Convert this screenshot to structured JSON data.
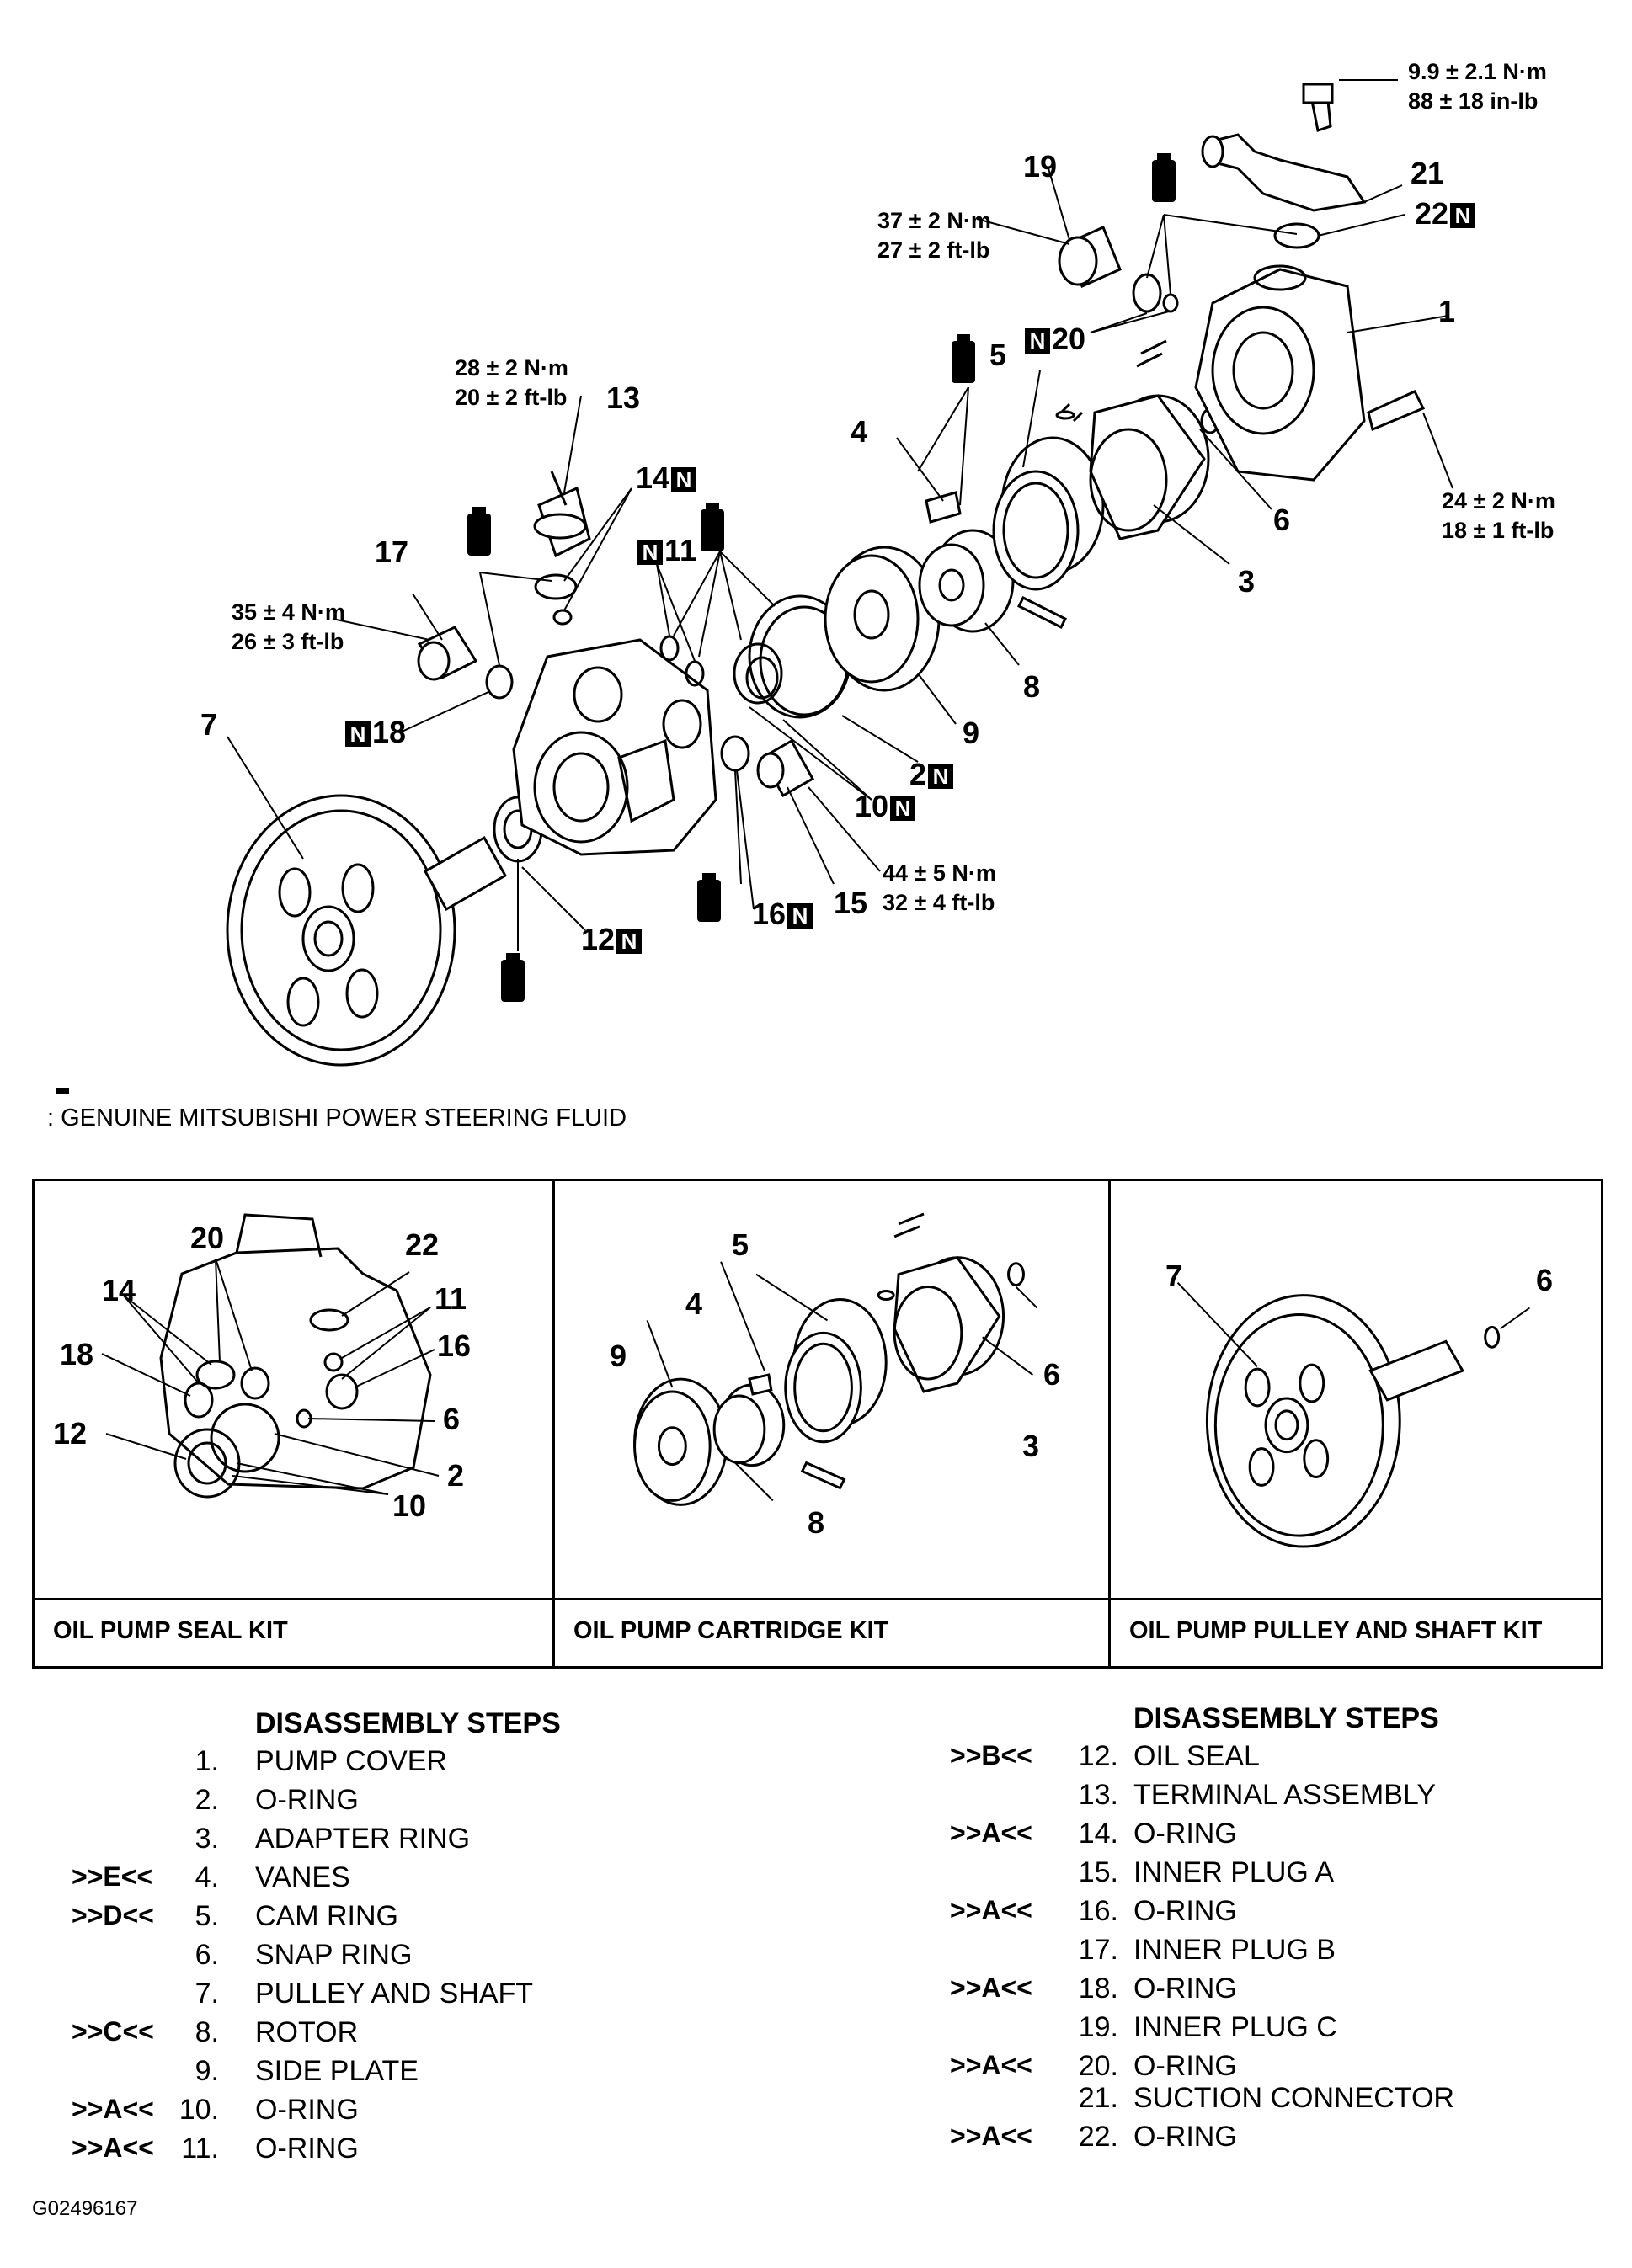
{
  "diagram": {
    "torques": {
      "t22": [
        "9.9 ± 2.1 N·m",
        "88 ± 18 in-lb"
      ],
      "t19": [
        "37 ± 2 N·m",
        "27 ± 2 ft-lb"
      ],
      "t13": [
        "28 ± 2 N·m",
        "20 ± 2 ft-lb"
      ],
      "t17": [
        "35 ± 4 N·m",
        "26 ± 3 ft-lb"
      ],
      "t1": [
        "24 ± 2 N·m",
        "18 ± 1 ft-lb"
      ],
      "t15": [
        "44 ± 5 N·m",
        "32 ± 4 ft-lb"
      ]
    },
    "callouts": {
      "c1": "1",
      "c2": "2",
      "c3": "3",
      "c4": "4",
      "c5": "5",
      "c6": "6",
      "c7": "7",
      "c8": "8",
      "c9": "9",
      "c10": "10",
      "c11": "11",
      "c12": "12",
      "c13": "13",
      "c14": "14",
      "c15": "15",
      "c16": "16",
      "c17": "17",
      "c18": "18",
      "c19": "19",
      "c20": "20",
      "c21": "21",
      "c22": "22"
    },
    "new_part_mark": "N",
    "legend_text": ": GENUINE MITSUBISHI POWER STEERING FLUID"
  },
  "kits": [
    {
      "label": "OIL PUMP SEAL KIT",
      "callouts": [
        "20",
        "22",
        "14",
        "11",
        "16",
        "18",
        "6",
        "12",
        "2",
        "10"
      ]
    },
    {
      "label": "OIL PUMP CARTRIDGE KIT",
      "callouts": [
        "5",
        "4",
        "9",
        "6",
        "3",
        "8"
      ]
    },
    {
      "label": "OIL PUMP PULLEY AND SHAFT KIT",
      "callouts": [
        "7",
        "6"
      ]
    }
  ],
  "steps_left": {
    "title": "DISASSEMBLY STEPS",
    "items": [
      {
        "mark": "",
        "num": "1.",
        "text": "PUMP COVER"
      },
      {
        "mark": "",
        "num": "2.",
        "text": "O-RING"
      },
      {
        "mark": "",
        "num": "3.",
        "text": "ADAPTER RING"
      },
      {
        "mark": ">>E<<",
        "num": "4.",
        "text": "VANES"
      },
      {
        "mark": ">>D<<",
        "num": "5.",
        "text": "CAM RING"
      },
      {
        "mark": "",
        "num": "6.",
        "text": "SNAP RING"
      },
      {
        "mark": "",
        "num": "7.",
        "text": "PULLEY AND SHAFT"
      },
      {
        "mark": ">>C<<",
        "num": "8.",
        "text": "ROTOR"
      },
      {
        "mark": "",
        "num": "9.",
        "text": "SIDE PLATE"
      },
      {
        "mark": ">>A<<",
        "num": "10.",
        "text": "O-RING"
      },
      {
        "mark": ">>A<<",
        "num": "11.",
        "text": "O-RING"
      }
    ]
  },
  "steps_right": {
    "title": "DISASSEMBLY STEPS",
    "items": [
      {
        "mark": ">>B<<",
        "num": "12.",
        "text": "OIL SEAL"
      },
      {
        "mark": "",
        "num": "13.",
        "text": "TERMINAL ASSEMBLY"
      },
      {
        "mark": ">>A<<",
        "num": "14.",
        "text": "O-RING"
      },
      {
        "mark": "",
        "num": "15.",
        "text": "INNER PLUG A"
      },
      {
        "mark": ">>A<<",
        "num": "16.",
        "text": "O-RING"
      },
      {
        "mark": "",
        "num": "17.",
        "text": "INNER PLUG B"
      },
      {
        "mark": ">>A<<",
        "num": "18.",
        "text": "O-RING"
      },
      {
        "mark": "",
        "num": "19.",
        "text": "INNER PLUG C"
      },
      {
        "mark": ">>A<<",
        "num": "20.",
        "text": "O-RING"
      },
      {
        "mark": "",
        "num": "21.",
        "text": "SUCTION CONNECTOR"
      },
      {
        "mark": ">>A<<",
        "num": "22.",
        "text": "O-RING"
      }
    ]
  },
  "figure_code": "G02496167"
}
